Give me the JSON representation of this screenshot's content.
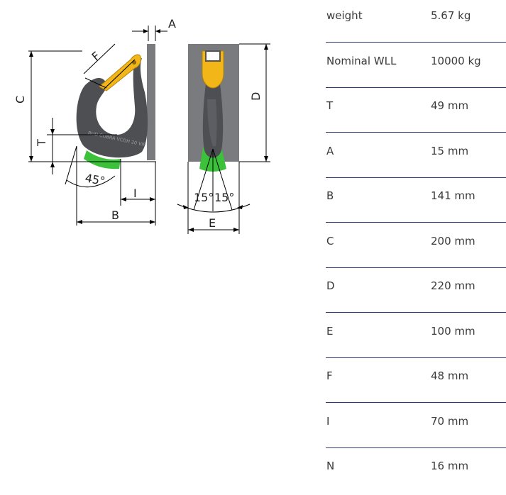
{
  "diagram": {
    "labels": {
      "a": "A",
      "b": "B",
      "c": "C",
      "d": "D",
      "e": "E",
      "f": "F",
      "i": "I",
      "t": "T",
      "angle_45": "45°",
      "angle_15_left": "15°",
      "angle_15_right": "15°"
    },
    "engraving": "RUD COBRA VCGH 20 VIP",
    "colors": {
      "hook_body": "#4d4f53",
      "latch": "#f2b618",
      "zone": "#3cc13a",
      "backplate": "#7a7b7e"
    }
  },
  "specs": [
    {
      "label": "weight",
      "value": "5.67 kg"
    },
    {
      "label": "Nominal WLL",
      "value": "10000 kg"
    },
    {
      "label": "T",
      "value": "49 mm"
    },
    {
      "label": "A",
      "value": "15 mm"
    },
    {
      "label": "B",
      "value": "141 mm"
    },
    {
      "label": "C",
      "value": "200 mm"
    },
    {
      "label": "D",
      "value": "220 mm"
    },
    {
      "label": "E",
      "value": "100 mm"
    },
    {
      "label": "F",
      "value": "48 mm"
    },
    {
      "label": "I",
      "value": "70 mm"
    },
    {
      "label": "N",
      "value": "16 mm"
    }
  ]
}
